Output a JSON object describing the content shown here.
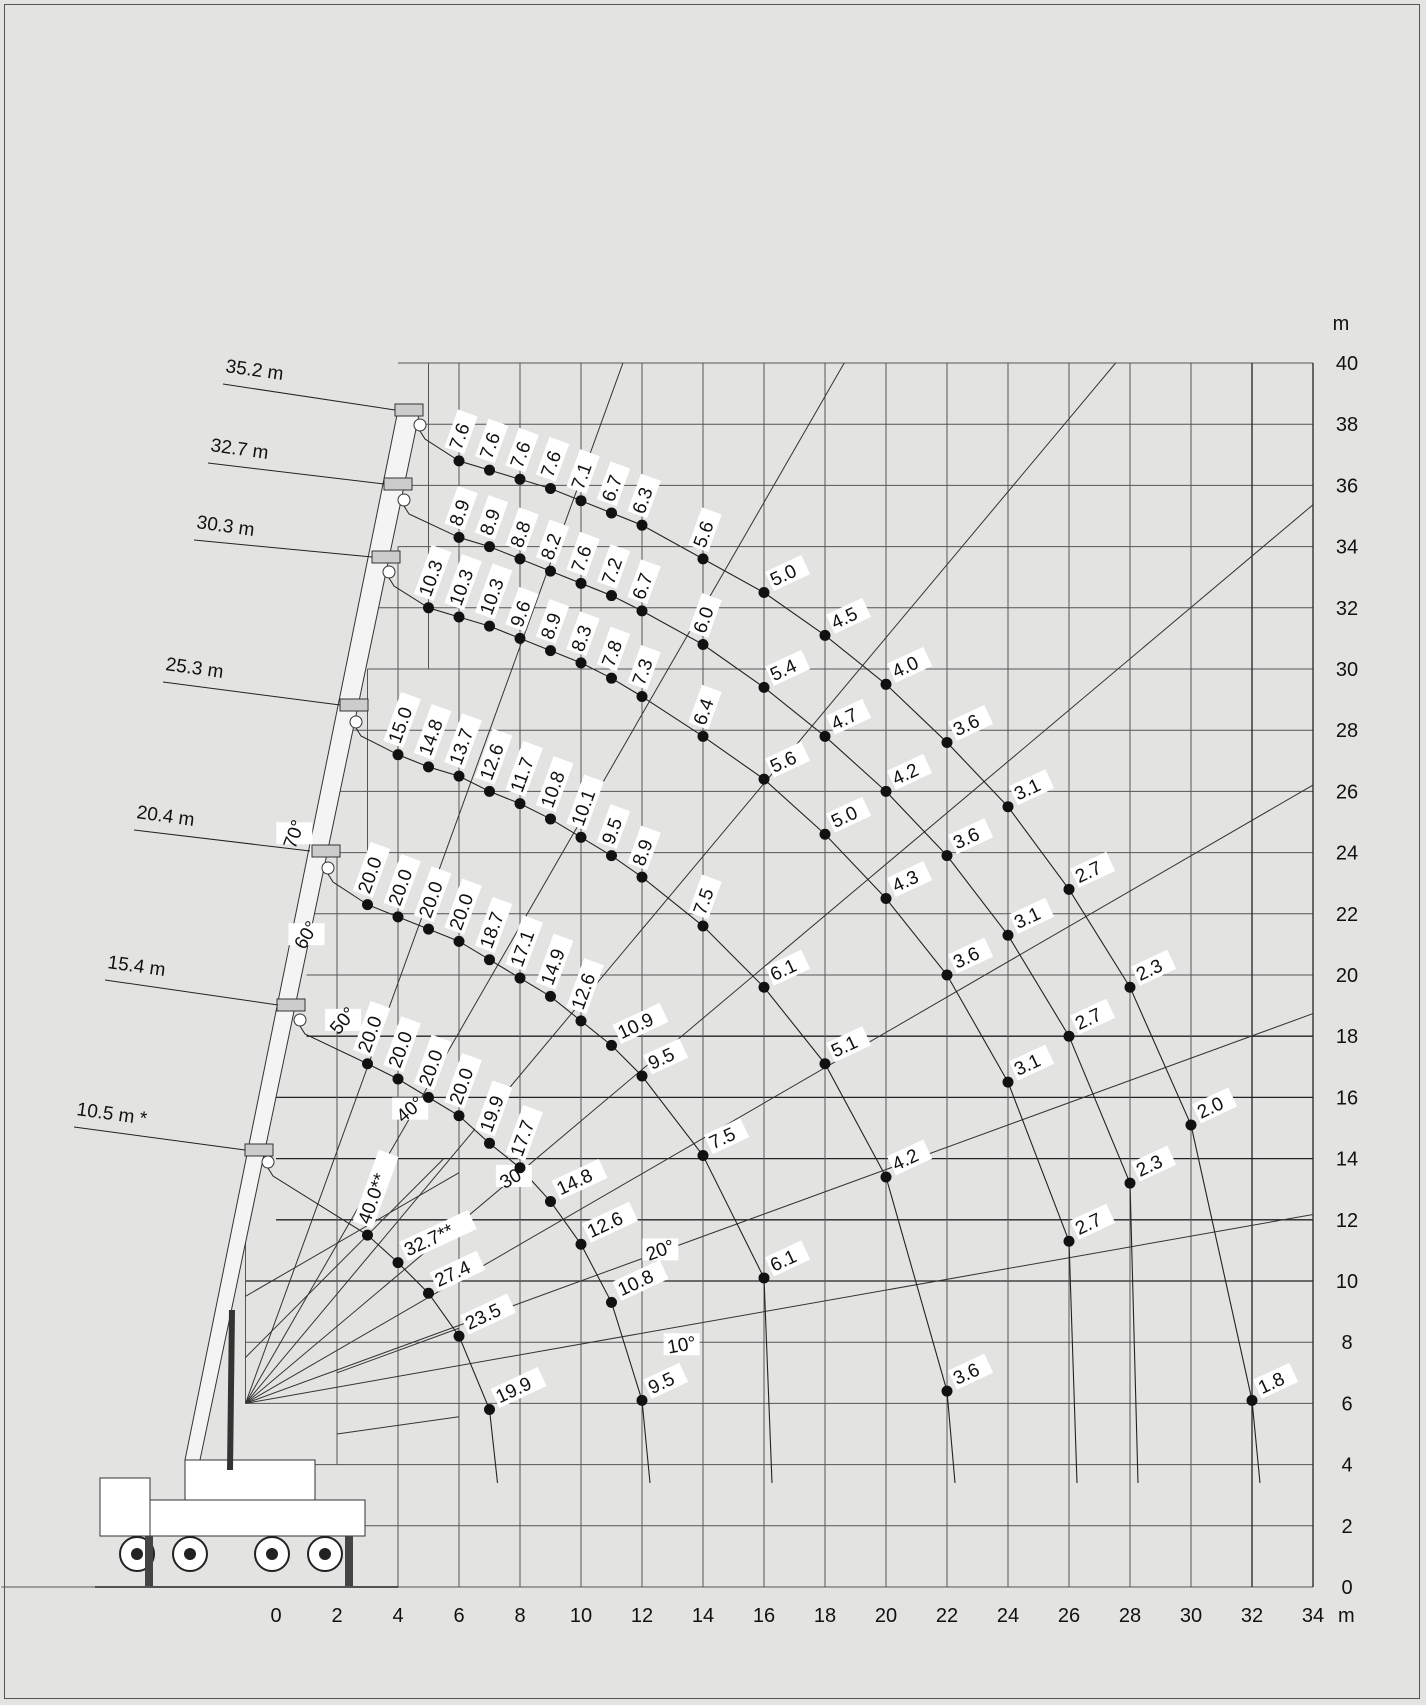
{
  "chart_data": {
    "type": "scatter",
    "x_unit": "m",
    "y_unit": "m",
    "xlim": [
      0,
      34
    ],
    "ylim": [
      0,
      40
    ],
    "x_ticks": [
      "0",
      "2",
      "4",
      "6",
      "8",
      "10",
      "12",
      "14",
      "16",
      "18",
      "20",
      "22",
      "24",
      "26",
      "28",
      "30",
      "32",
      "34"
    ],
    "y_ticks": [
      "0",
      "2",
      "4",
      "6",
      "8",
      "10",
      "12",
      "14",
      "16",
      "18",
      "20",
      "22",
      "24",
      "26",
      "28",
      "30",
      "32",
      "34",
      "36",
      "38",
      "40"
    ],
    "angle_labels": [
      {
        "text": "10°",
        "angle": 10
      },
      {
        "text": "20°",
        "angle": 20
      },
      {
        "text": "30°",
        "angle": 30
      },
      {
        "text": "40°",
        "angle": 40
      },
      {
        "text": "50°",
        "angle": 50
      },
      {
        "text": "60°",
        "angle": 60
      },
      {
        "text": "70°",
        "angle": 70
      }
    ],
    "series": [
      {
        "name": "35.2 m",
        "points": [
          {
            "x": 6,
            "y": 36.8,
            "label": "7.6"
          },
          {
            "x": 7,
            "y": 36.5,
            "label": "7.6"
          },
          {
            "x": 8,
            "y": 36.2,
            "label": "7.6"
          },
          {
            "x": 9,
            "y": 35.9,
            "label": "7.6"
          },
          {
            "x": 10,
            "y": 35.5,
            "label": "7.1"
          },
          {
            "x": 11,
            "y": 35.1,
            "label": "6.7"
          },
          {
            "x": 12,
            "y": 34.7,
            "label": "6.3"
          },
          {
            "x": 14,
            "y": 33.6,
            "label": "5.6"
          },
          {
            "x": 16,
            "y": 32.5,
            "label": "5.0"
          },
          {
            "x": 18,
            "y": 31.1,
            "label": "4.5"
          },
          {
            "x": 20,
            "y": 29.5,
            "label": "4.0"
          },
          {
            "x": 22,
            "y": 27.6,
            "label": "3.6"
          },
          {
            "x": 24,
            "y": 25.5,
            "label": "3.1"
          },
          {
            "x": 26,
            "y": 22.8,
            "label": "2.7"
          },
          {
            "x": 28,
            "y": 19.6,
            "label": "2.3"
          },
          {
            "x": 30,
            "y": 15.1,
            "label": "2.0"
          },
          {
            "x": 32,
            "y": 6.1,
            "label": "1.8"
          }
        ]
      },
      {
        "name": "32.7 m",
        "points": [
          {
            "x": 6,
            "y": 34.3,
            "label": "8.9"
          },
          {
            "x": 7,
            "y": 34.0,
            "label": "8.9"
          },
          {
            "x": 8,
            "y": 33.6,
            "label": "8.8"
          },
          {
            "x": 9,
            "y": 33.2,
            "label": "8.2"
          },
          {
            "x": 10,
            "y": 32.8,
            "label": "7.6"
          },
          {
            "x": 11,
            "y": 32.4,
            "label": "7.2"
          },
          {
            "x": 12,
            "y": 31.9,
            "label": "6.7"
          },
          {
            "x": 14,
            "y": 30.8,
            "label": "6.0"
          },
          {
            "x": 16,
            "y": 29.4,
            "label": "5.4"
          },
          {
            "x": 18,
            "y": 27.8,
            "label": "4.7"
          },
          {
            "x": 20,
            "y": 26.0,
            "label": "4.2"
          },
          {
            "x": 22,
            "y": 23.9,
            "label": "3.6"
          },
          {
            "x": 24,
            "y": 21.3,
            "label": "3.1"
          },
          {
            "x": 26,
            "y": 18.0,
            "label": "2.7"
          },
          {
            "x": 28,
            "y": 13.2,
            "label": "2.3"
          }
        ]
      },
      {
        "name": "30.3 m",
        "points": [
          {
            "x": 5,
            "y": 32.0,
            "label": "10.3"
          },
          {
            "x": 6,
            "y": 31.7,
            "label": "10.3"
          },
          {
            "x": 7,
            "y": 31.4,
            "label": "10.3"
          },
          {
            "x": 8,
            "y": 31.0,
            "label": "9.6"
          },
          {
            "x": 9,
            "y": 30.6,
            "label": "8.9"
          },
          {
            "x": 10,
            "y": 30.2,
            "label": "8.3"
          },
          {
            "x": 11,
            "y": 29.7,
            "label": "7.8"
          },
          {
            "x": 12,
            "y": 29.1,
            "label": "7.3"
          },
          {
            "x": 14,
            "y": 27.8,
            "label": "6.4"
          },
          {
            "x": 16,
            "y": 26.4,
            "label": "5.6"
          },
          {
            "x": 18,
            "y": 24.6,
            "label": "5.0"
          },
          {
            "x": 20,
            "y": 22.5,
            "label": "4.3"
          },
          {
            "x": 22,
            "y": 20.0,
            "label": "3.6"
          },
          {
            "x": 24,
            "y": 16.5,
            "label": "3.1"
          },
          {
            "x": 26,
            "y": 11.3,
            "label": "2.7"
          }
        ]
      },
      {
        "name": "25.3 m",
        "points": [
          {
            "x": 4,
            "y": 27.2,
            "label": "15.0"
          },
          {
            "x": 5,
            "y": 26.8,
            "label": "14.8"
          },
          {
            "x": 6,
            "y": 26.5,
            "label": "13.7"
          },
          {
            "x": 7,
            "y": 26.0,
            "label": "12.6"
          },
          {
            "x": 8,
            "y": 25.6,
            "label": "11.7"
          },
          {
            "x": 9,
            "y": 25.1,
            "label": "10.8"
          },
          {
            "x": 10,
            "y": 24.5,
            "label": "10.1"
          },
          {
            "x": 11,
            "y": 23.9,
            "label": "9.5"
          },
          {
            "x": 12,
            "y": 23.2,
            "label": "8.9"
          },
          {
            "x": 14,
            "y": 21.6,
            "label": "7.5"
          },
          {
            "x": 16,
            "y": 19.6,
            "label": "6.1"
          },
          {
            "x": 18,
            "y": 17.1,
            "label": "5.1"
          },
          {
            "x": 20,
            "y": 13.4,
            "label": "4.2"
          },
          {
            "x": 22,
            "y": 6.4,
            "label": "3.6"
          }
        ]
      },
      {
        "name": "20.4 m",
        "points": [
          {
            "x": 3,
            "y": 22.3,
            "label": "20.0"
          },
          {
            "x": 4,
            "y": 21.9,
            "label": "20.0"
          },
          {
            "x": 5,
            "y": 21.5,
            "label": "20.0"
          },
          {
            "x": 6,
            "y": 21.1,
            "label": "20.0"
          },
          {
            "x": 7,
            "y": 20.5,
            "label": "18.7"
          },
          {
            "x": 8,
            "y": 19.9,
            "label": "17.1"
          },
          {
            "x": 9,
            "y": 19.3,
            "label": "14.9"
          },
          {
            "x": 10,
            "y": 18.5,
            "label": "12.6"
          },
          {
            "x": 11,
            "y": 17.7,
            "label": "10.9"
          },
          {
            "x": 12,
            "y": 16.7,
            "label": "9.5"
          },
          {
            "x": 14,
            "y": 14.1,
            "label": "7.5"
          },
          {
            "x": 16,
            "y": 10.1,
            "label": "6.1"
          }
        ]
      },
      {
        "name": "15.4 m",
        "points": [
          {
            "x": 3,
            "y": 17.1,
            "label": "20.0"
          },
          {
            "x": 4,
            "y": 16.6,
            "label": "20.0"
          },
          {
            "x": 5,
            "y": 16.0,
            "label": "20.0"
          },
          {
            "x": 6,
            "y": 15.4,
            "label": "20.0"
          },
          {
            "x": 7,
            "y": 14.5,
            "label": "19.9"
          },
          {
            "x": 8,
            "y": 13.7,
            "label": "17.7"
          },
          {
            "x": 9,
            "y": 12.6,
            "label": "14.8"
          },
          {
            "x": 10,
            "y": 11.2,
            "label": "12.6"
          },
          {
            "x": 11,
            "y": 9.3,
            "label": "10.8"
          },
          {
            "x": 12,
            "y": 6.1,
            "label": "9.5"
          }
        ]
      },
      {
        "name": "10.5 m *",
        "points": [
          {
            "x": 3,
            "y": 11.5,
            "label": "40.0**"
          },
          {
            "x": 4,
            "y": 10.6,
            "label": "32.7**"
          },
          {
            "x": 5,
            "y": 9.6,
            "label": "27.4"
          },
          {
            "x": 6,
            "y": 8.2,
            "label": "23.5"
          },
          {
            "x": 7,
            "y": 5.8,
            "label": "19.9"
          }
        ]
      }
    ]
  }
}
